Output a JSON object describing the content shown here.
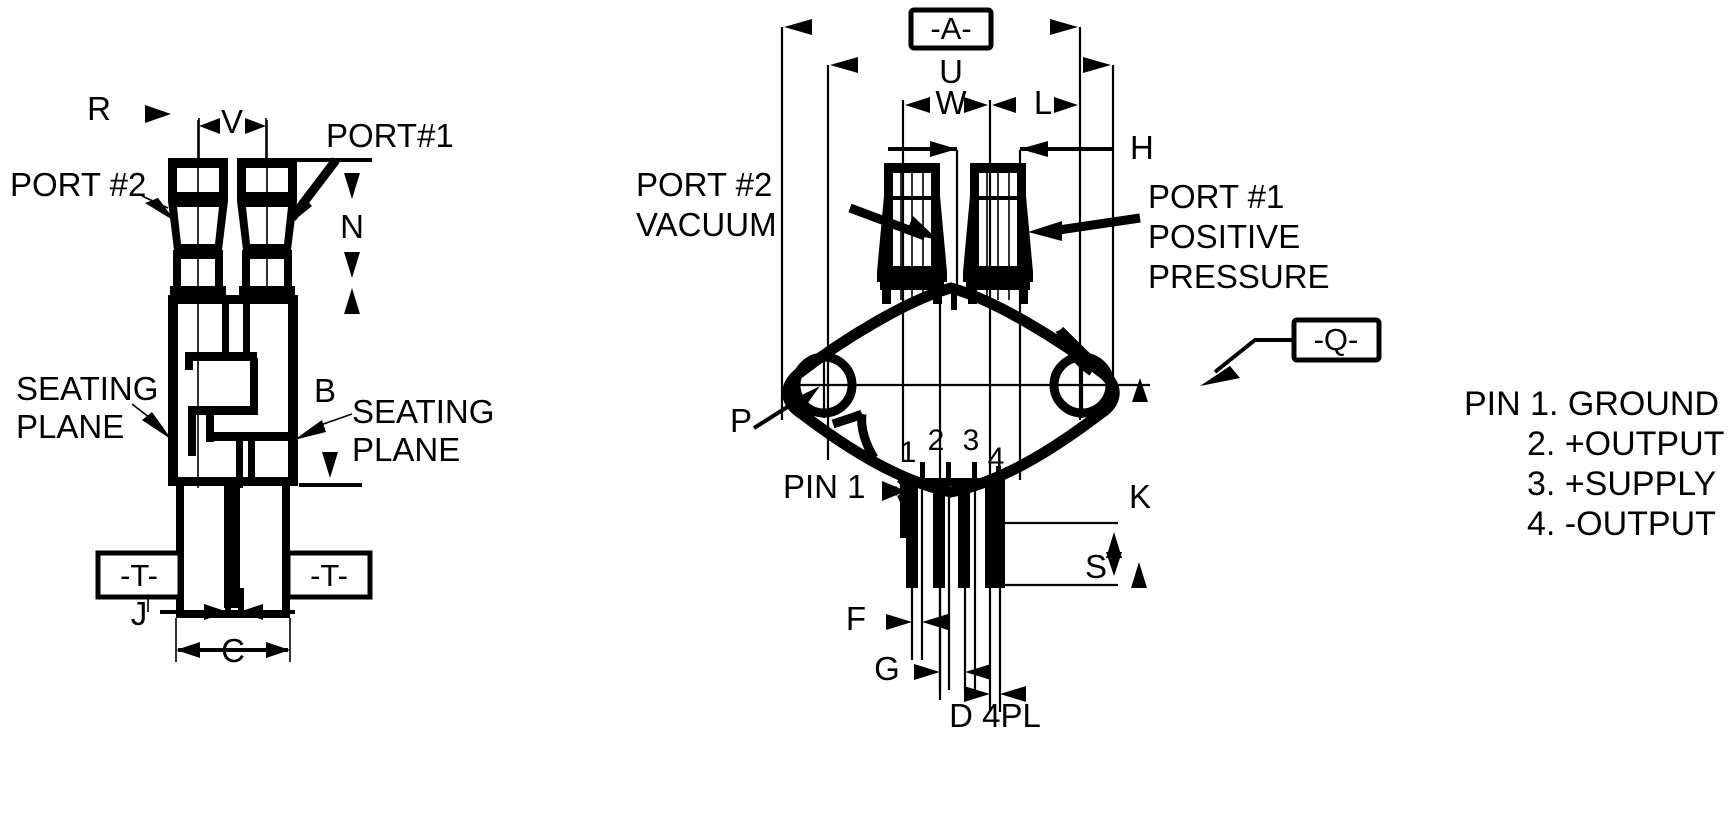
{
  "drawing": {
    "title": "Pressure Sensor Package Outline (Dual Port)",
    "background_color": "#ffffff",
    "line_color": "#000000"
  },
  "side_view": {
    "name": "side-elevation-view",
    "labels": {
      "r": "R",
      "v": "V",
      "n": "N",
      "b": "B",
      "j": "J",
      "c": "C",
      "port1": "PORT#1",
      "port2": "PORT #2",
      "seating_plane_left": "SEATING\nPLANE",
      "seating_plane_left_line1": "SEATING",
      "seating_plane_left_line2": "PLANE",
      "seating_plane_right_line1": "SEATING",
      "seating_plane_right_line2": "PLANE",
      "datum_t_left": "-T-",
      "datum_t_right": "-T-"
    }
  },
  "top_view": {
    "name": "plan-view",
    "labels": {
      "datum_a": "-A-",
      "datum_q": "-Q-",
      "u": "U",
      "w": "W",
      "l": "L",
      "h": "H",
      "p": "P",
      "k": "K",
      "s": "S",
      "f": "F",
      "g": "G",
      "d": "D 4PL",
      "port2_line1": "PORT #2",
      "port2_line2": "VACUUM",
      "port1_line1": "PORT #1",
      "port1_line2": "POSITIVE",
      "port1_line3": "PRESSURE",
      "pin1_callout": "PIN 1",
      "pin_numbers": [
        "1",
        "2",
        "3",
        "4"
      ]
    }
  },
  "pin_legend": {
    "name": "pin-assignment-legend",
    "prefix": "PIN",
    "entries": [
      {
        "number": "1.",
        "function": "GROUND",
        "full": "PIN 1. GROUND"
      },
      {
        "number": "2.",
        "function": "+OUTPUT",
        "full": "2. +OUTPUT"
      },
      {
        "number": "3.",
        "function": "+SUPPLY",
        "full": "3. +SUPPLY"
      },
      {
        "number": "4.",
        "function": "-OUTPUT",
        "full": "4. -OUTPUT"
      }
    ],
    "lines": [
      "PIN 1. GROUND",
      "2. +OUTPUT",
      "3. +SUPPLY",
      "4. -OUTPUT"
    ]
  },
  "dimension_symbols": {
    "side_view": [
      "R",
      "V",
      "N",
      "B",
      "J",
      "C"
    ],
    "top_view": [
      "U",
      "W",
      "L",
      "H",
      "P",
      "K",
      "S",
      "F",
      "G",
      "D 4PL"
    ],
    "datums": [
      "-A-",
      "-Q-",
      "-T-"
    ]
  }
}
